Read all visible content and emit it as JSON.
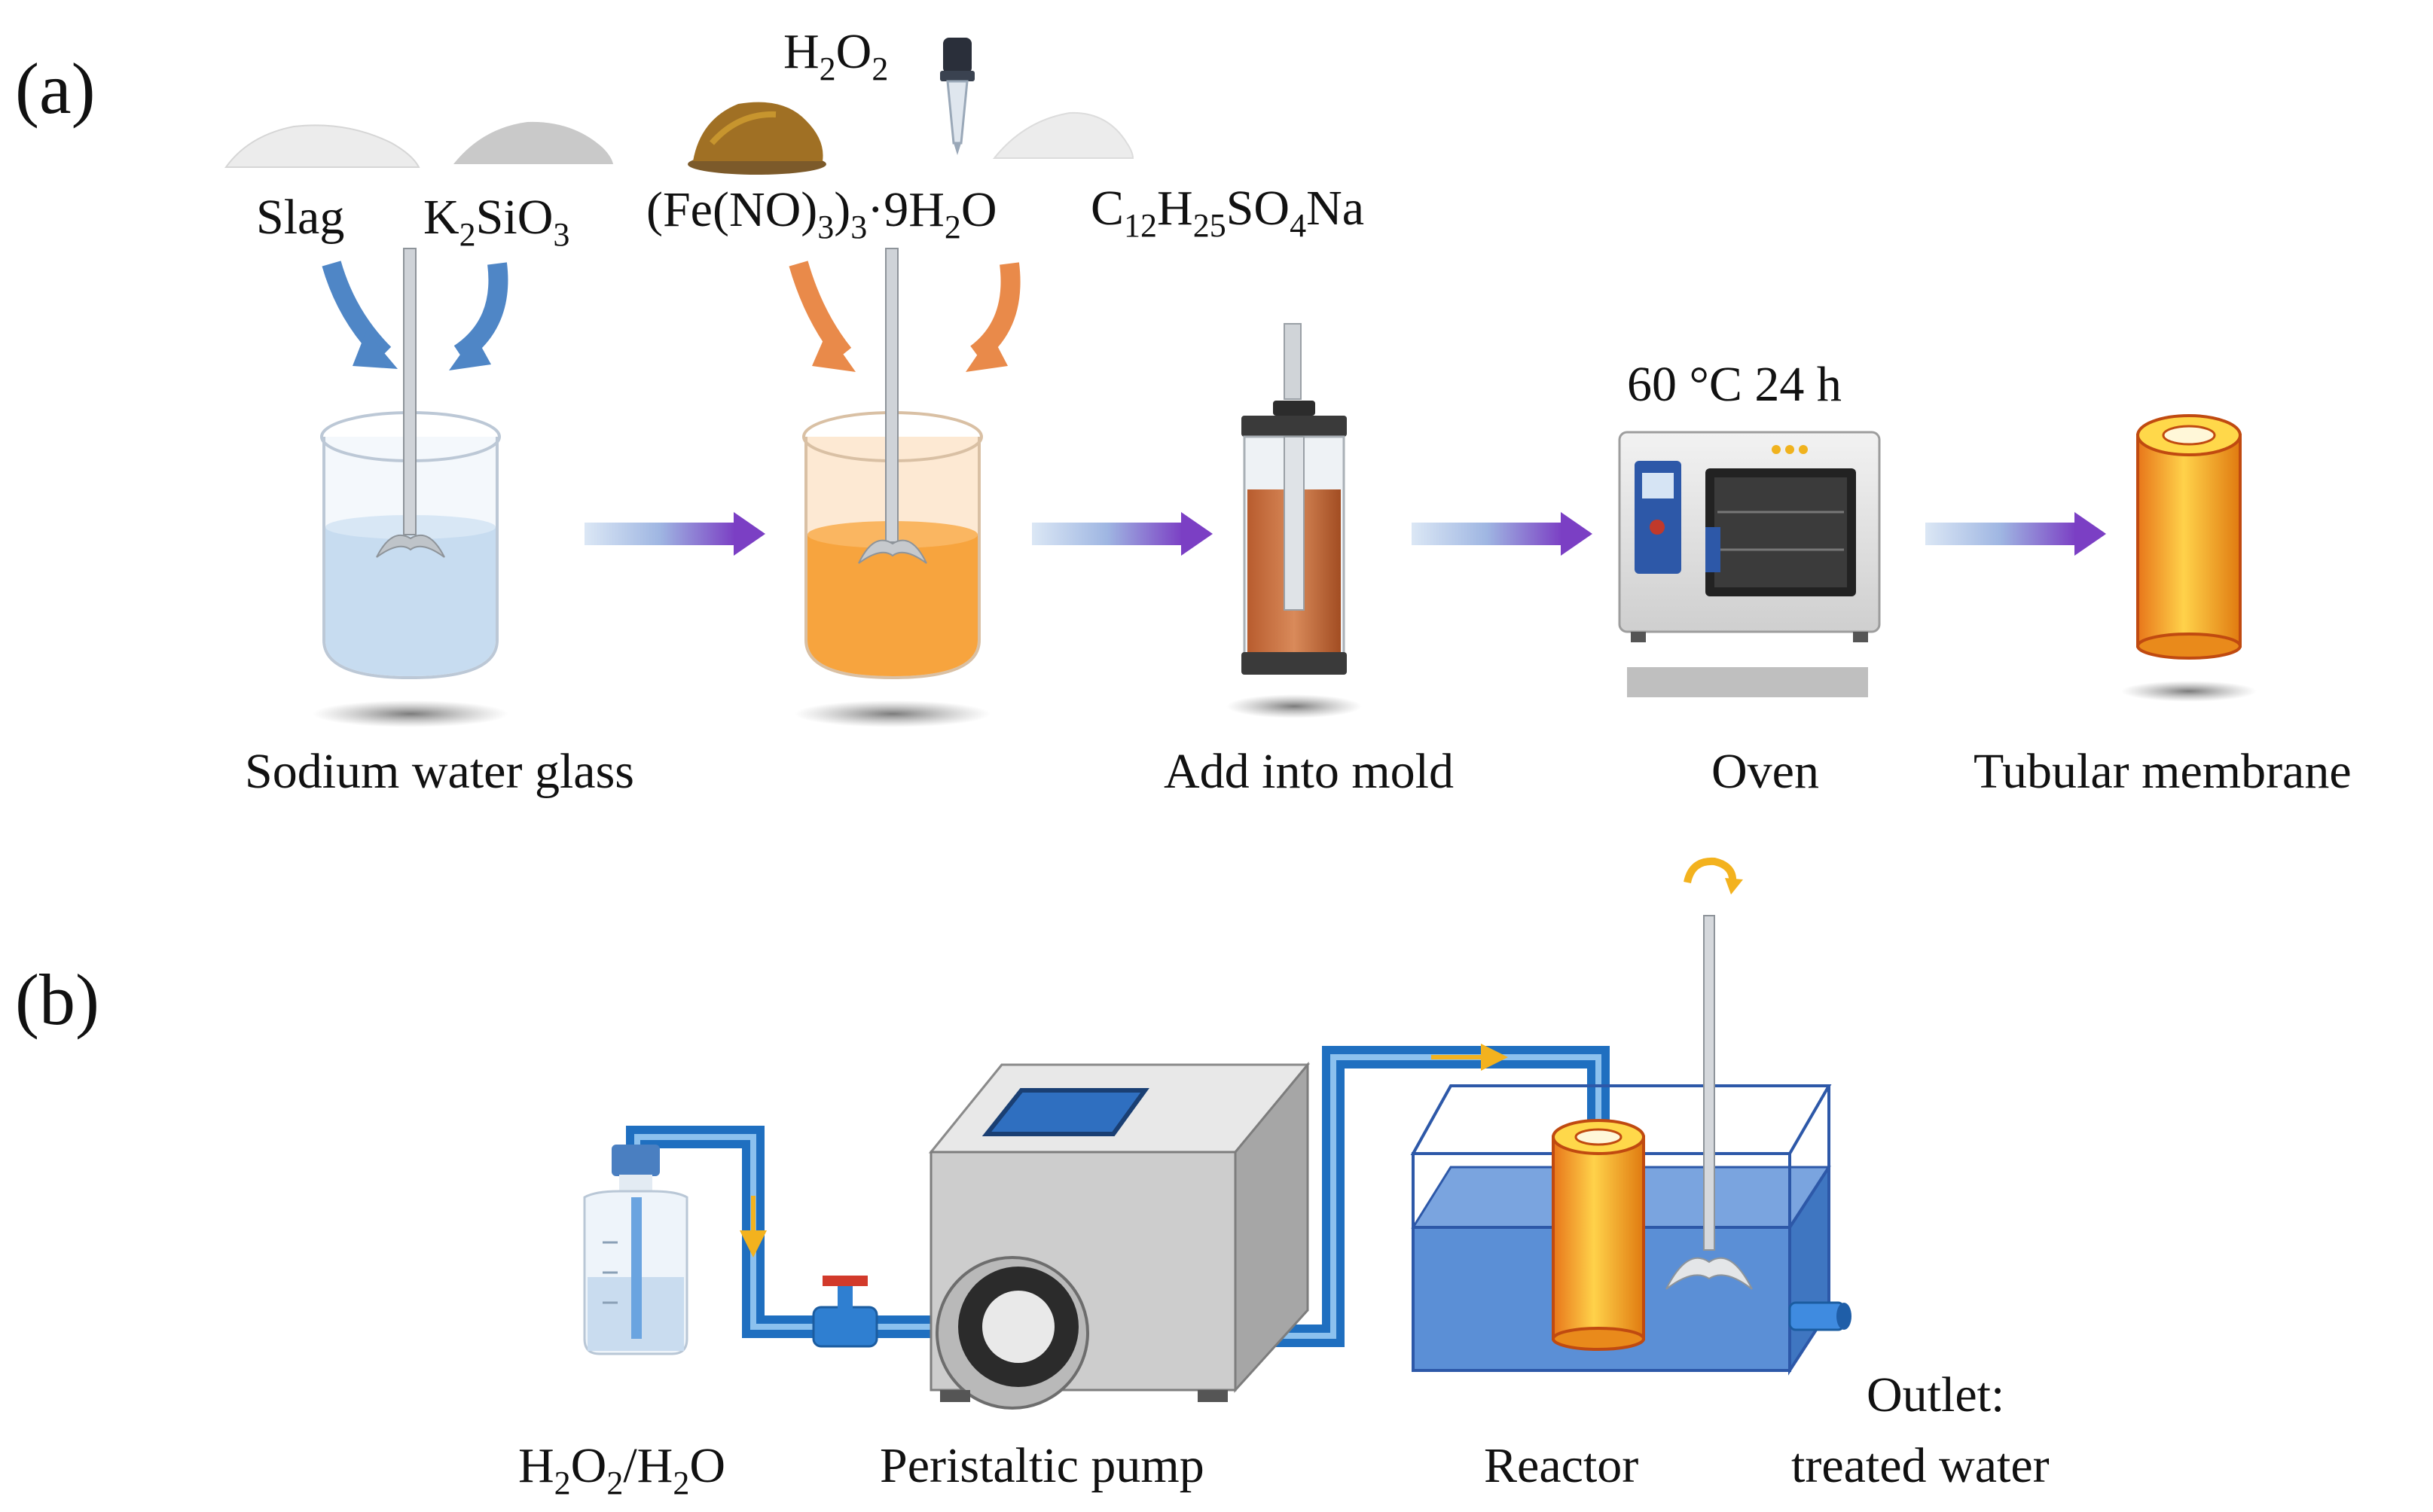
{
  "panel_a": {
    "label": "(a)",
    "h2o2": {
      "base": "H",
      "sub1": "2",
      "mid": "O",
      "sub2": "2"
    },
    "slag": "Slag",
    "k2sio3": {
      "p1": "K",
      "s1": "2",
      "p2": "SiO",
      "s2": "3"
    },
    "fe": {
      "p1": "(Fe(NO)",
      "s1": "3",
      "p2": ")",
      "s2": "3",
      "p3": "·9H",
      "s3": "2",
      "p4": "O"
    },
    "sds": {
      "p1": "C",
      "s1": "12",
      "p2": "H",
      "s2": "25",
      "p3": "SO",
      "s3": "4",
      "p4": "Na"
    },
    "oven_condition": "60 °C  24 h",
    "step1": "Sodium water glass",
    "step3": "Add into mold",
    "step4": "Oven",
    "step5": "Tubular membrane"
  },
  "panel_b": {
    "label": "(b)",
    "feed": {
      "p1": "H",
      "s1": "2",
      "p2": "O",
      "s2": "2",
      "p3": "/H",
      "s3": "2",
      "p4": "O"
    },
    "pump": "Peristaltic pump",
    "reactor": "Reactor",
    "outlet_line1": "Outlet:",
    "outlet_line2": "treated water"
  },
  "colors": {
    "blue_arrow": "#4f86c6",
    "orange_arrow": "#e98a4a",
    "process_arrow_end": "#7b3fc4",
    "pipe": "#1f6fc0",
    "water": "#5b8fd6",
    "membrane": "#f2a41e"
  }
}
